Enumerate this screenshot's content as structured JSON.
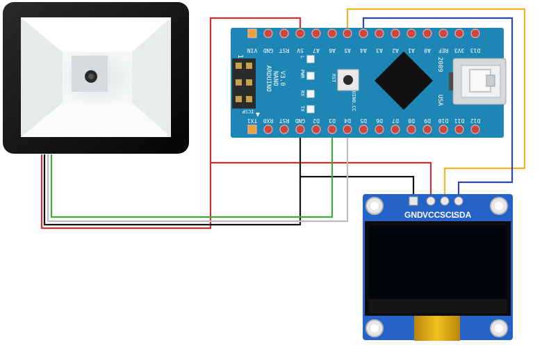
{
  "board": {
    "name_line1": "ARDUINO",
    "name_line2": "NANO",
    "version": "V3.0",
    "site": "ARDUINO.CC",
    "year": "2009",
    "country": "USA",
    "icsp_label": "ICSP",
    "icsp_pin1": "1",
    "led_l": "L",
    "led_pwr": "PWR",
    "led_rx": "RX",
    "led_tx": "TX",
    "rst_label": "RST",
    "top_pins": [
      "VIN",
      "GND",
      "RST",
      "5V",
      "A7",
      "A6",
      "A5",
      "A4",
      "A3",
      "A2",
      "A1",
      "A0",
      "REF",
      "3V3",
      "D13"
    ],
    "bottom_pins": [
      "TX1",
      "RX0",
      "RST",
      "GND",
      "D2",
      "D3",
      "D4",
      "D5",
      "D6",
      "D7",
      "D8",
      "D9",
      "D10",
      "D11",
      "D12"
    ]
  },
  "oled": {
    "pins": [
      "GND",
      "VCC",
      "SCL",
      "SDA"
    ]
  },
  "colors": {
    "board_blue": "#1d86b4",
    "wire_red": "#d42d2d",
    "wire_black": "#111111",
    "wire_green": "#3caa3c",
    "wire_gray": "#bbbbbb",
    "wire_yellow": "#f2b425",
    "wire_blue": "#2a45b8",
    "oled_blue": "#2563c8",
    "scanner_frame": "#111111"
  }
}
